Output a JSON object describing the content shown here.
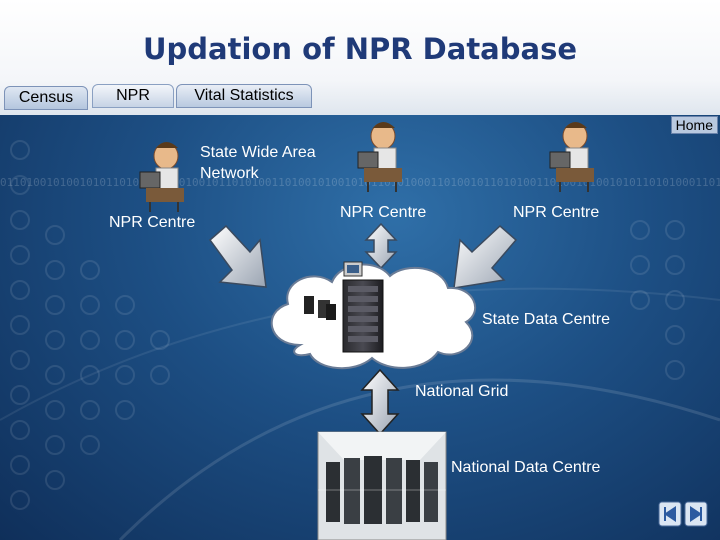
{
  "slide": {
    "title": "Updation of NPR Database",
    "tabs": [
      {
        "label": "Census"
      },
      {
        "label": "NPR"
      },
      {
        "label": "Vital Statistics"
      }
    ],
    "home_label": "Home"
  },
  "diagram": {
    "swan_label": "State Wide Area Network",
    "npr_centre_left": "NPR Centre",
    "npr_centre_mid": "NPR Centre",
    "npr_centre_right": "NPR Centre",
    "state_data_centre": "State Data Centre",
    "national_grid": "National Grid",
    "national_data_centre": "National Data Centre"
  },
  "binary_strip": "0110100101001010110101000110100101101010011010010100101011010100011010010110101001101001010010101101010001101001"
}
